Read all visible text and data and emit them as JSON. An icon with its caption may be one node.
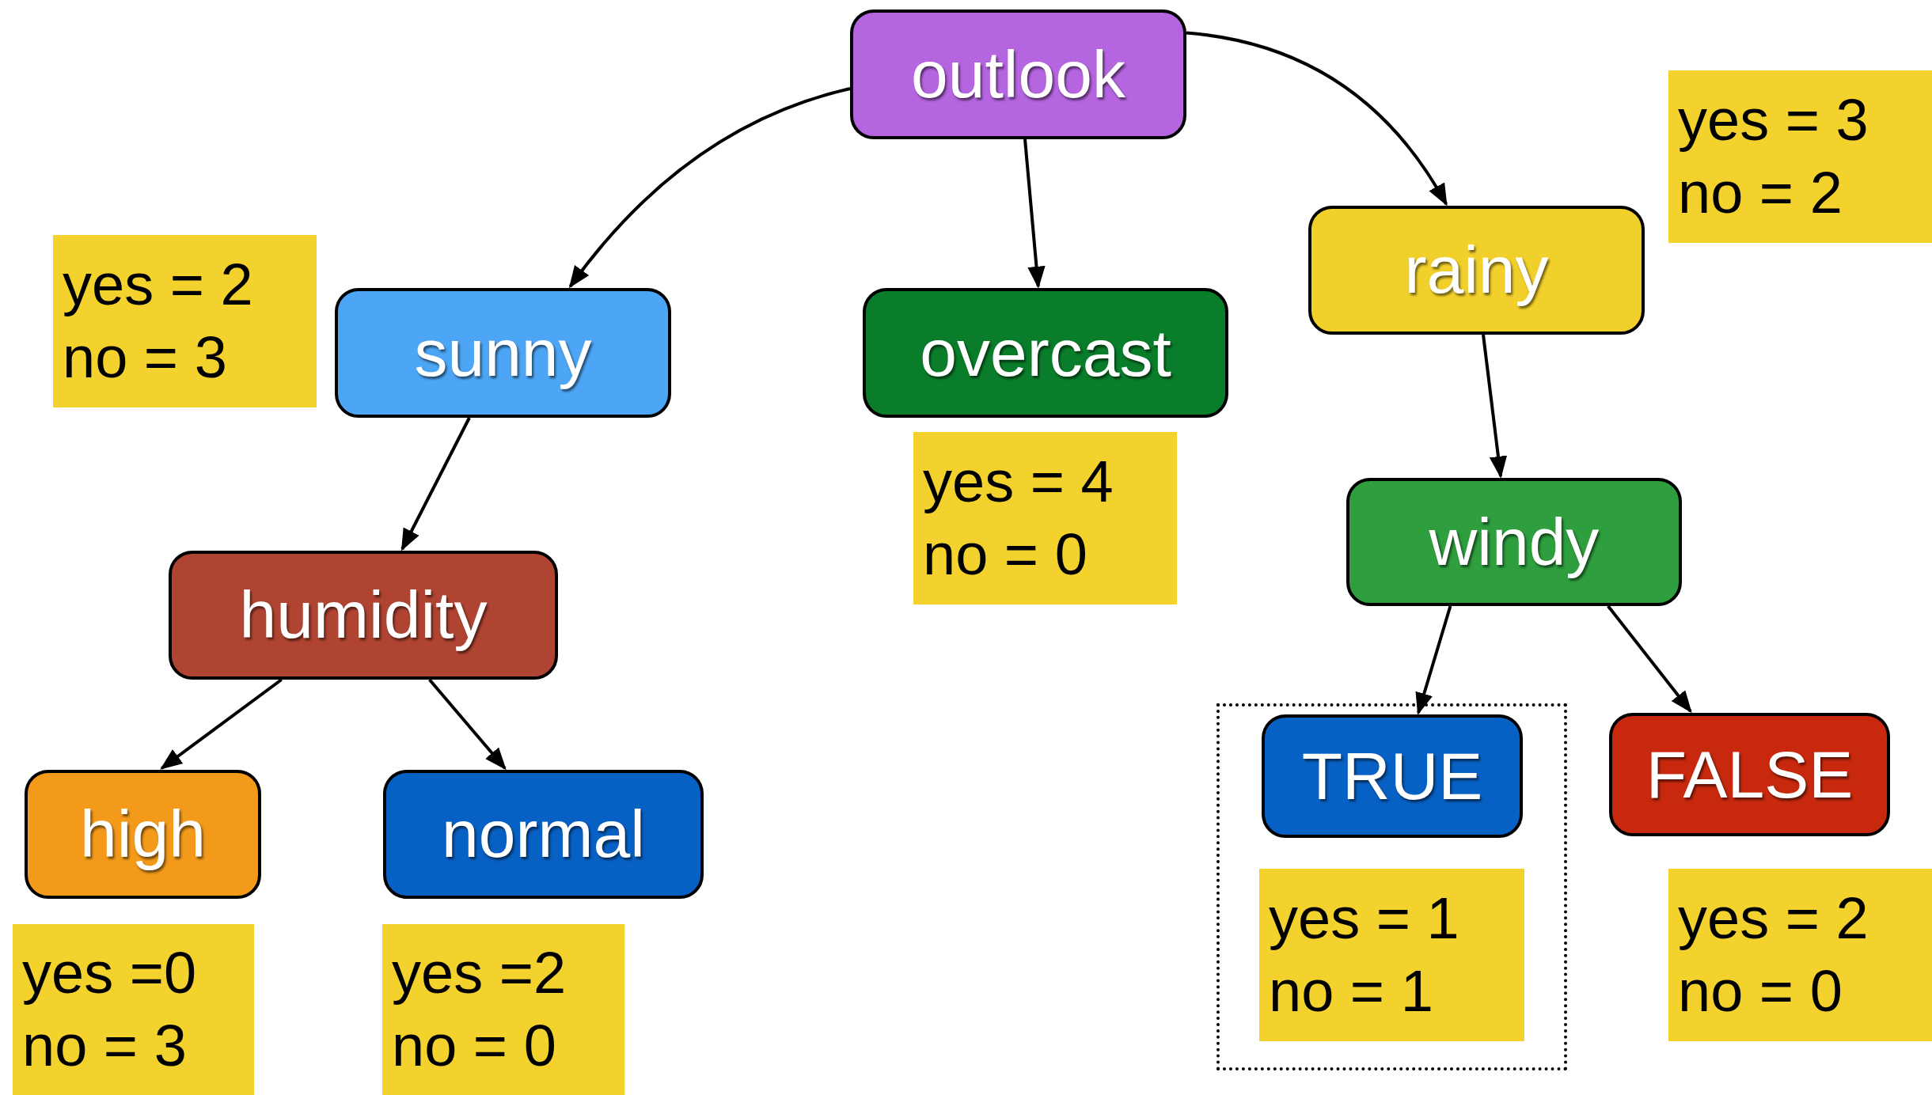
{
  "diagram": {
    "nodes": [
      {
        "text": [
          "outlook"
        ]
      },
      {
        "text": [
          "sunny"
        ]
      },
      {
        "text": [
          "overcast"
        ]
      },
      {
        "text": [
          "rainy"
        ]
      },
      {
        "text": [
          "yes = 2",
          "no = 3"
        ]
      },
      {
        "text": [
          "yes = 4",
          "no = 0"
        ]
      },
      {
        "text": [
          "yes = 3",
          "no = 2"
        ]
      },
      {
        "text": [
          "humidity"
        ]
      },
      {
        "text": [
          "windy"
        ]
      },
      {
        "text": [
          "high"
        ]
      },
      {
        "text": [
          "normal"
        ]
      },
      {
        "text": [],
        "shape": "box"
      },
      {
        "text": [
          "TRUE"
        ],
        "in": 11
      },
      {
        "text": [
          "yes = 1",
          "no = 1"
        ],
        "in": 11
      },
      {
        "text": [
          "FALSE"
        ]
      },
      {
        "text": [
          "yes =0",
          "no = 3"
        ]
      },
      {
        "text": [
          "yes =2",
          "no = 0"
        ]
      },
      {
        "text": [
          "yes = 2",
          "no = 0"
        ]
      }
    ],
    "edges": [
      {
        "from": 0,
        "to": 1,
        "arrow": "to"
      },
      {
        "from": 0,
        "to": 2,
        "arrow": "to"
      },
      {
        "from": 0,
        "to": 3,
        "arrow": "to"
      },
      {
        "from": 1,
        "to": 7,
        "arrow": "to"
      },
      {
        "from": 3,
        "to": 8,
        "arrow": "to"
      },
      {
        "from": 7,
        "to": 9,
        "arrow": "to"
      },
      {
        "from": 7,
        "to": 10,
        "arrow": "to"
      },
      {
        "from": 8,
        "to": 12,
        "arrow": "to"
      },
      {
        "from": 8,
        "to": 14,
        "arrow": "to"
      }
    ]
  }
}
